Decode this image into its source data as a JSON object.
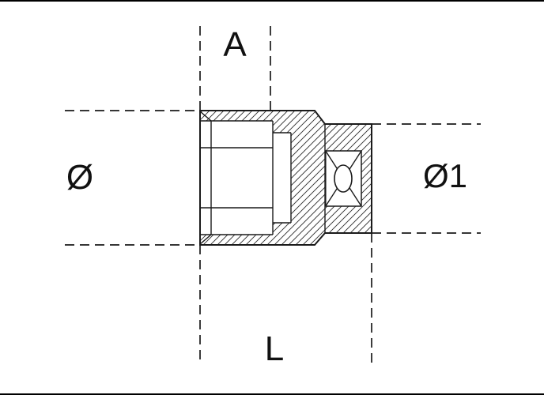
{
  "page": {
    "background": "#ffffff",
    "frame_color": "#000000"
  },
  "diagram": {
    "line_color": "#1a1a1a",
    "labels": {
      "dim_a": "A",
      "dim_diameter": "Ø",
      "dim_diameter_1": "Ø1",
      "dim_length": "L"
    }
  }
}
